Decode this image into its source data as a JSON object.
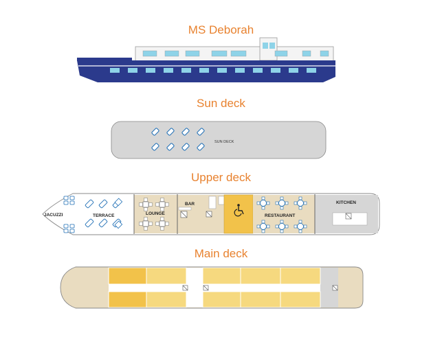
{
  "title": "MS Deborah",
  "decks": {
    "sun": {
      "heading": "Sun deck",
      "label": "SUN DECK"
    },
    "upper": {
      "heading": "Upper deck",
      "jacuzzi": "JACUZZI",
      "terrace": "TERRACE",
      "lounge": "LOUNGE",
      "bar": "BAR",
      "restaurant": "RESTAURANT",
      "kitchen": "KITCHEN",
      "accessibility_icon": "wheelchair-icon"
    },
    "main": {
      "heading": "Main deck"
    }
  },
  "colors": {
    "heading": "#e8822f",
    "hull": "#2b3a8c",
    "deck_grey": "#d6d6d6",
    "upper_floor": "#e9dcc0",
    "cabin": "#f6d97f",
    "accessible": "#f2c24a",
    "chair": "#1e6eb5"
  }
}
